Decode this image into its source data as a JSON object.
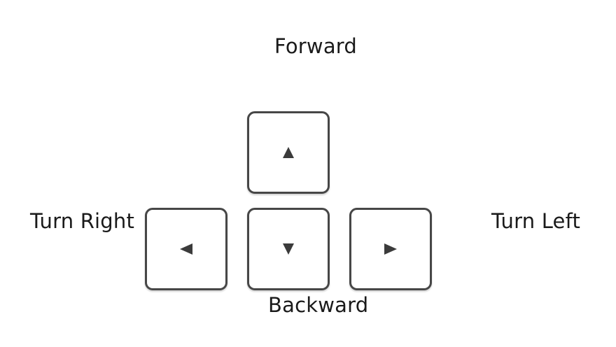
{
  "labels": {
    "forward": "Forward",
    "turn_right": "Turn Right",
    "turn_left": "Turn Left",
    "backward": "Backward"
  },
  "keys": [
    {
      "name": "up",
      "icon": "arrow-up-icon"
    },
    {
      "name": "left",
      "icon": "arrow-left-icon"
    },
    {
      "name": "down",
      "icon": "arrow-down-icon"
    },
    {
      "name": "right",
      "icon": "arrow-right-icon"
    }
  ],
  "colors": {
    "key_border": "#474747",
    "arrow": "#3b3b3b",
    "text": "#1a1a1a",
    "background": "#ffffff"
  }
}
